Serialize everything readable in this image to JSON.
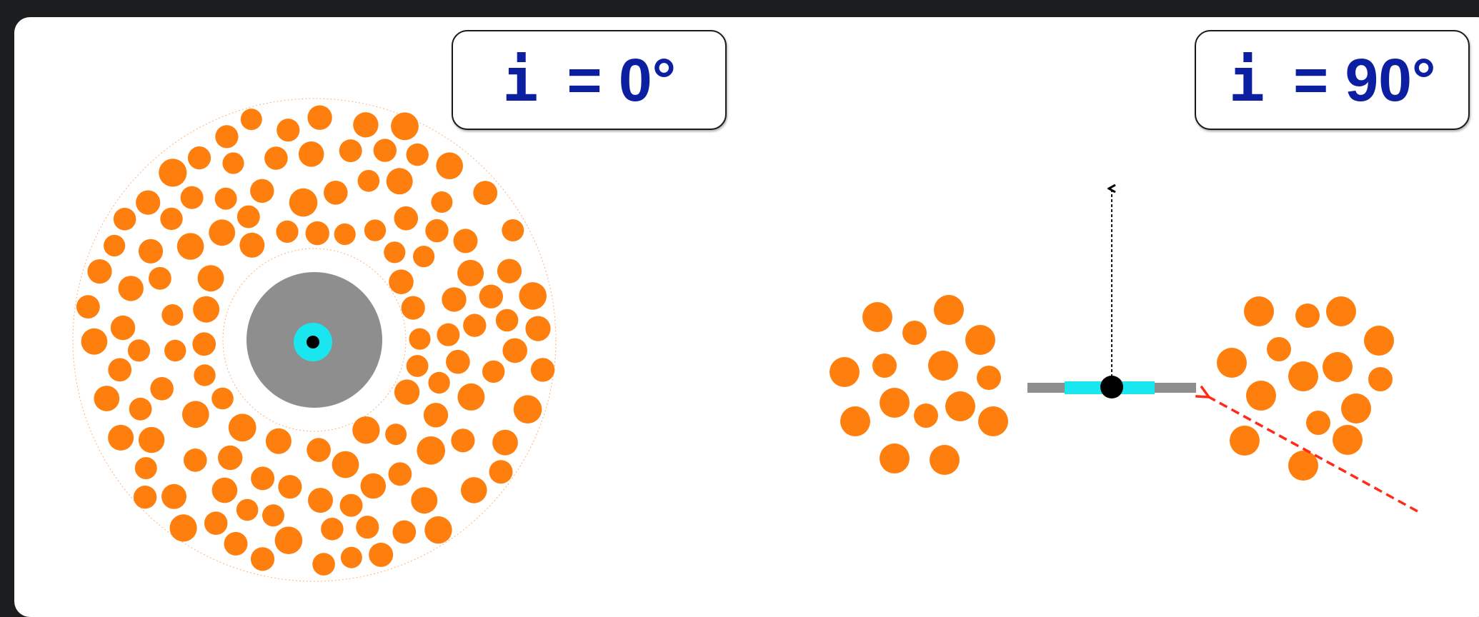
{
  "labels": {
    "left": {
      "symbol": "i",
      "value": "= 0°"
    },
    "right": {
      "symbol": "i",
      "value": "= 90°"
    }
  },
  "colors": {
    "clump": "#ff7f0e",
    "disk": "#8e8e8e",
    "accretion": "#19e6ee",
    "center": "#000000",
    "outline": "#ff8c33",
    "line_of_sight": "#ff2a1a",
    "label_text": "#0c1fa0"
  },
  "icons": {
    "observer_axis": "arrow-up-icon",
    "line_of_sight": "dashed-arrow-icon"
  }
}
